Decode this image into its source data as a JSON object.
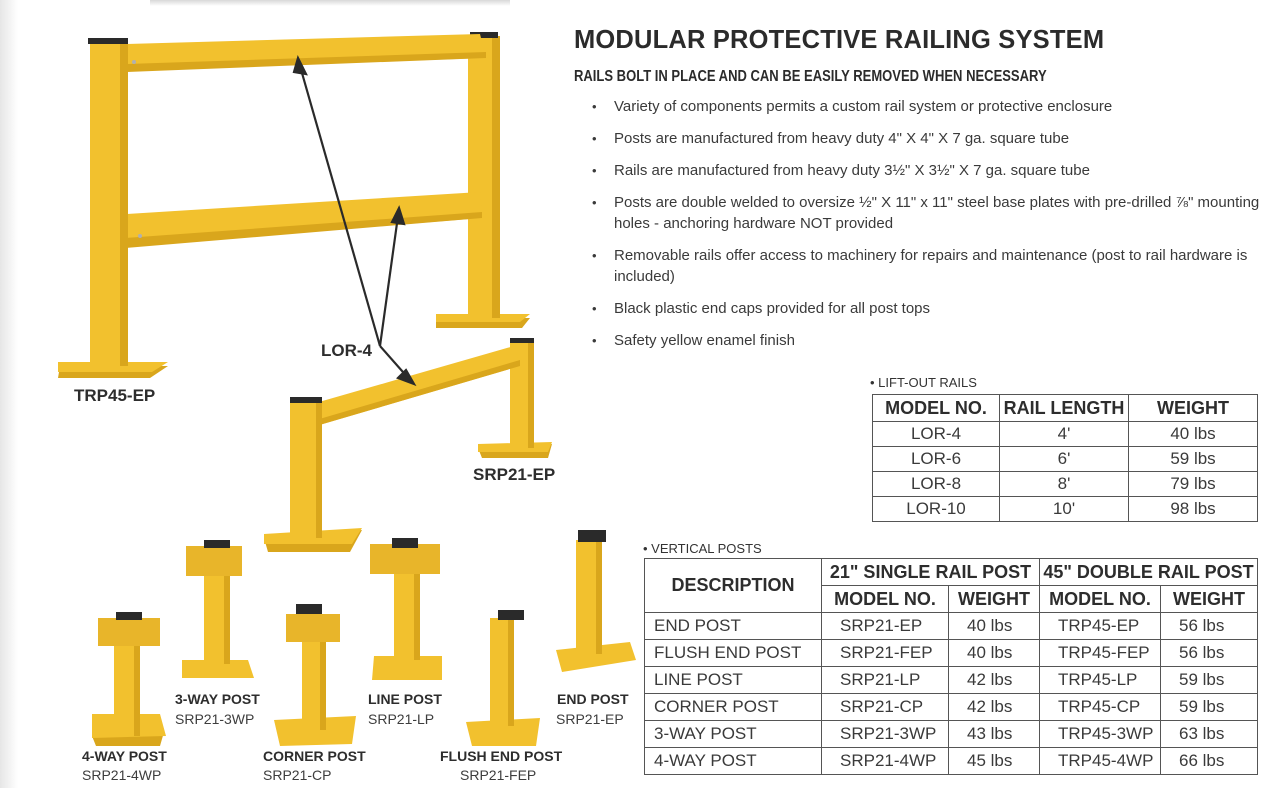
{
  "colors": {
    "yellow": "#f2c12e",
    "yellow_dark": "#d9a61c",
    "text": "#2d2d2d",
    "cap": "#2a2a2a"
  },
  "title": "MODULAR PROTECTIVE RAILING SYSTEM",
  "subtitle": "RAILS BOLT IN PLACE AND CAN BE EASILY REMOVED WHEN NECESSARY",
  "features": [
    "Variety of components permits a custom rail system or protective enclosure",
    "Posts are manufactured from heavy duty 4\" X 4\" X 7 ga. square tube",
    "Rails are manufactured from heavy duty 3½\" X 3½\" X 7 ga. square tube",
    "Posts are double welded to oversize ½\" X 11\" x 11\" steel base plates with pre-drilled ⅞\" mounting holes - anchoring hardware NOT provided",
    "Removable rails offer access to machinery for repairs and maintenance (post to rail hardware is included)",
    "Black plastic end caps provided for all post tops",
    "Safety yellow enamel finish"
  ],
  "illustration": {
    "trp45_label": "TRP45-EP",
    "lor_label": "LOR-4",
    "srp21_label": "SRP21-EP",
    "posts": [
      {
        "name": "4-WAY POST",
        "model": "SRP21-4WP"
      },
      {
        "name": "3-WAY POST",
        "model": "SRP21-3WP"
      },
      {
        "name": "CORNER POST",
        "model": "SRP21-CP"
      },
      {
        "name": "LINE POST",
        "model": "SRP21-LP"
      },
      {
        "name": "FLUSH END POST",
        "model": "SRP21-FEP"
      },
      {
        "name": "END POST",
        "model": "SRP21-EP"
      }
    ]
  },
  "lift_out_rails": {
    "heading": "• LIFT-OUT RAILS",
    "columns": [
      "MODEL NO.",
      "RAIL LENGTH",
      "WEIGHT"
    ],
    "rows": [
      [
        "LOR-4",
        "4'",
        "40 lbs"
      ],
      [
        "LOR-6",
        "6'",
        "59 lbs"
      ],
      [
        "LOR-8",
        "8'",
        "79 lbs"
      ],
      [
        "LOR-10",
        "10'",
        "98 lbs"
      ]
    ]
  },
  "vertical_posts": {
    "heading": "• VERTICAL POSTS",
    "description_header": "DESCRIPTION",
    "group1": "21\" SINGLE RAIL POST",
    "group2": "45\" DOUBLE RAIL POST",
    "subcolumns": [
      "MODEL NO.",
      "WEIGHT",
      "MODEL NO.",
      "WEIGHT"
    ],
    "rows": [
      [
        "END POST",
        "SRP21-EP",
        "40 lbs",
        "TRP45-EP",
        "56 lbs"
      ],
      [
        "FLUSH END POST",
        "SRP21-FEP",
        "40 lbs",
        "TRP45-FEP",
        "56 lbs"
      ],
      [
        "LINE POST",
        "SRP21-LP",
        "42 lbs",
        "TRP45-LP",
        "59 lbs"
      ],
      [
        "CORNER POST",
        "SRP21-CP",
        "42 lbs",
        "TRP45-CP",
        "59 lbs"
      ],
      [
        "3-WAY POST",
        "SRP21-3WP",
        "43 lbs",
        "TRP45-3WP",
        "63 lbs"
      ],
      [
        "4-WAY POST",
        "SRP21-4WP",
        "45 lbs",
        "TRP45-4WP",
        "66 lbs"
      ]
    ]
  }
}
